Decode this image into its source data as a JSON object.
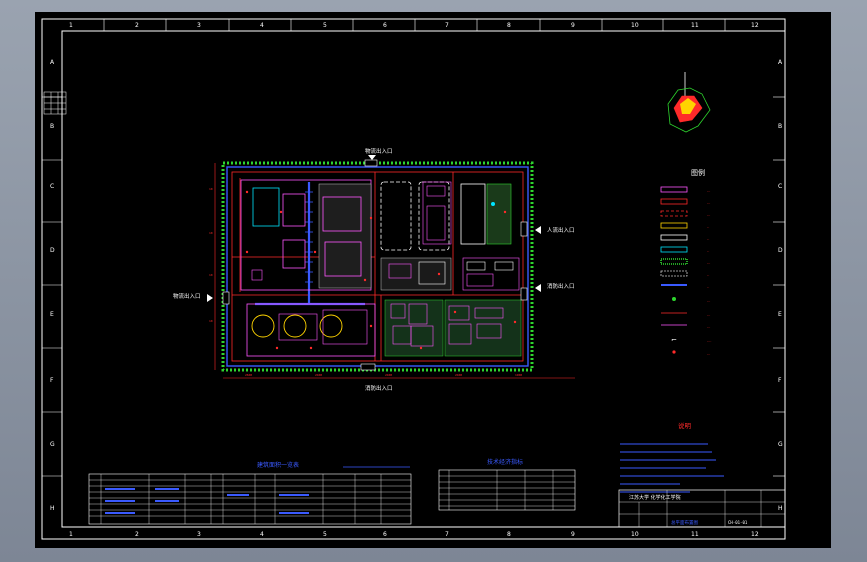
{
  "drawing": {
    "frame_columns": [
      "1",
      "2",
      "3",
      "4",
      "5",
      "6",
      "7",
      "8",
      "9",
      "10",
      "11",
      "12"
    ],
    "frame_rows": [
      "A",
      "B",
      "C",
      "D",
      "E",
      "F",
      "G",
      "H"
    ],
    "entrances": {
      "north": "物流出入口",
      "east_upper": "人流出入口",
      "east_lower": "消防出入口",
      "west": "物流出入口",
      "south": "消防出入口"
    },
    "legend_title": "图例",
    "notes_title": "说明",
    "table1_title": "建筑面积一览表",
    "table2_title": "技术经济指标",
    "title_block": {
      "school": "江苏大学  化学化工学院",
      "drawing_no": "CH-01-01",
      "sheet": "总平面布置图"
    },
    "colors": {
      "background": "#000000",
      "frame": "#ffffff",
      "road": "#ff2a2a",
      "building": "#ff55ff",
      "wall": "#3a5aff",
      "green": "#2ed52e",
      "cyan": "#00e5ff",
      "yellow": "#ffd400",
      "fence": "#c8c8c8"
    }
  }
}
